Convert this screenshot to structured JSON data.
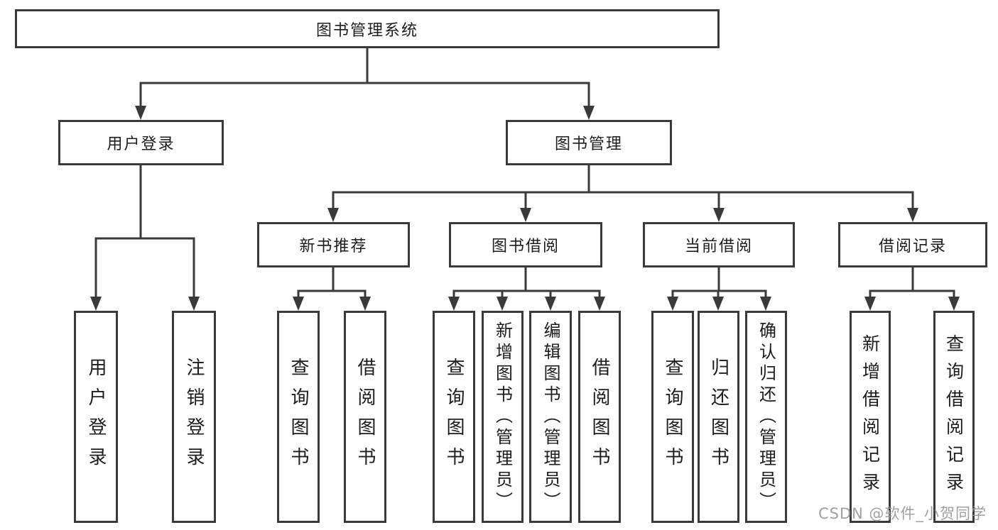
{
  "diagram": {
    "root": {
      "label": "图书管理系统"
    },
    "level2": [
      "用户登录",
      "图书管理"
    ],
    "level3": [
      "新书推荐",
      "图书借阅",
      "当前借阅",
      "借阅记录"
    ],
    "leaves": [
      "用户登录",
      "注销登录",
      "查询图书",
      "借阅图书",
      "查询图书",
      "新增图书（管理员）",
      "编辑图书（管理员）",
      "借阅图书",
      "查询图书",
      "归还图书",
      "确认归还（管理员）",
      "新增借阅记录",
      "查询借阅记录"
    ],
    "watermark": "CSDN @软件_小贺同学",
    "colors": {
      "line": "#3a3a3c",
      "text": "#1c1c1e",
      "background": "#ffffff",
      "watermark": "#9b9b9e"
    }
  }
}
